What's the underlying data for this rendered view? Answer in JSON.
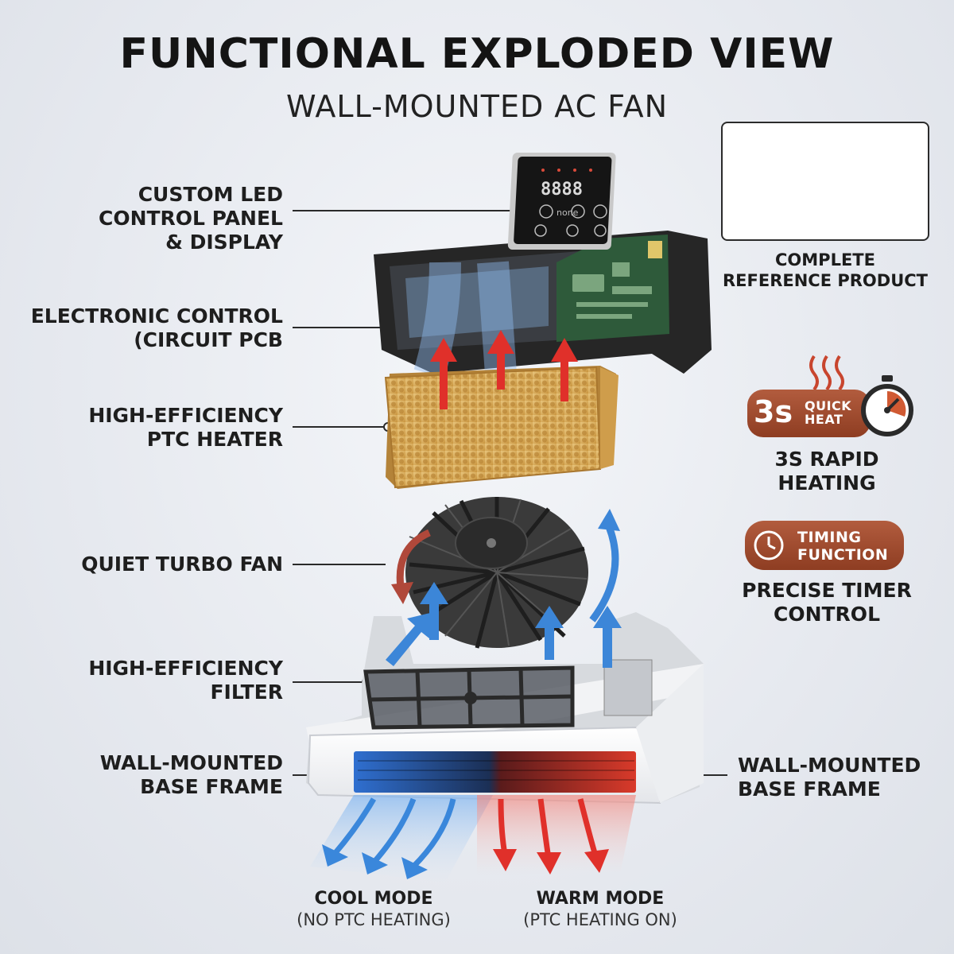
{
  "header": {
    "title": "FUNCTIONAL EXPLODED VIEW",
    "subtitle": "WALL-MOUNTED AC FAN"
  },
  "labels": [
    {
      "id": "led-panel",
      "lines": [
        "CUSTOM LED",
        "CONTROL PANEL",
        "& DISPLAY"
      ]
    },
    {
      "id": "pcb",
      "lines": [
        "ELECTRONIC CONTROL",
        "(CIRCUIT PCB"
      ]
    },
    {
      "id": "heater",
      "lines": [
        "HIGH-EFFICIENCY",
        "PTC HEATER"
      ]
    },
    {
      "id": "fan",
      "lines": [
        "QUIET TURBO FAN"
      ]
    },
    {
      "id": "filter",
      "lines": [
        "HIGH-EFFICIENCY",
        "FILTER"
      ]
    },
    {
      "id": "base-left",
      "lines": [
        "WALL-MOUNTED",
        "BASE FRAME"
      ]
    },
    {
      "id": "base-right",
      "lines": [
        "WALL-MOUNTED",
        "BASE FRAME"
      ]
    }
  ],
  "reference": {
    "caption_lines": [
      "COMPLETE",
      "REFERENCE PRODUCT"
    ]
  },
  "quick_heat": {
    "big": "3s",
    "small_lines": [
      "QUICK",
      "HEAT"
    ],
    "caption_lines": [
      "3S RAPID",
      "HEATING"
    ],
    "icon": "stopwatch-icon"
  },
  "timing": {
    "small_lines": [
      "TIMING",
      "FUNCTION"
    ],
    "caption_lines": [
      "PRECISE TIMER",
      "CONTROL"
    ],
    "icon": "clock-icon"
  },
  "modes": {
    "cool": {
      "title": "COOL MODE",
      "sub": "(NO PTC HEATING)"
    },
    "warm": {
      "title": "WARM MODE",
      "sub": "(PTC HEATING ON)"
    }
  },
  "panel_display": {
    "digits": "8888",
    "button_text": "none"
  },
  "colors": {
    "cool": "#2a78d6",
    "warm": "#e0302a",
    "heater": "#d9ae5e",
    "badge": "#9c4a2e",
    "dark_part": "#232323"
  }
}
